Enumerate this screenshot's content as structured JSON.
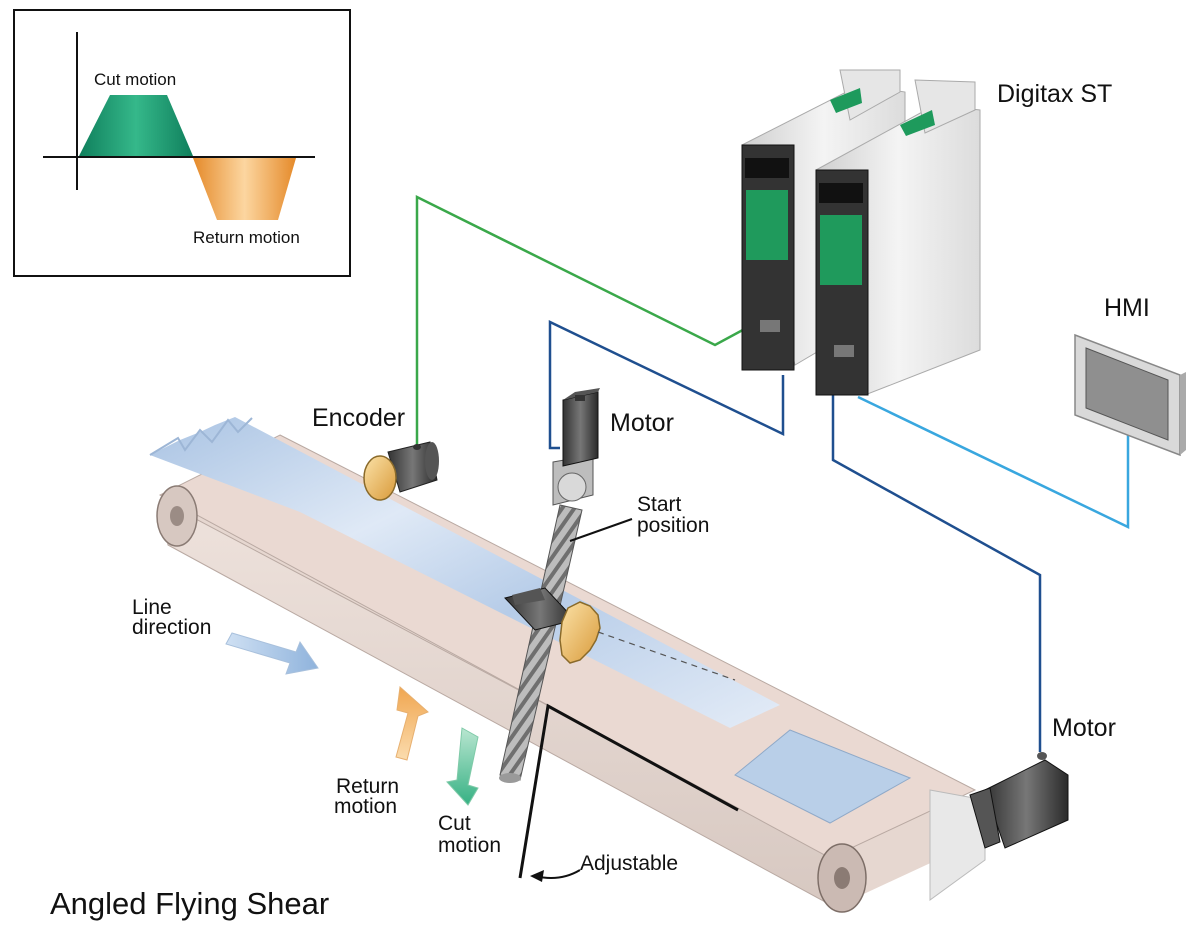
{
  "title": "Angled Flying Shear",
  "motion_profile": {
    "cut_label": "Cut motion",
    "return_label": "Return motion",
    "cut_color": "#1f9a72",
    "return_color": "#f2a94e"
  },
  "components": {
    "drive_label": "Digitax ST",
    "hmi_label": "HMI",
    "encoder_label": "Encoder",
    "motor_top_label": "Motor",
    "motor_bottom_label": "Motor"
  },
  "annotations": {
    "start_position_line1": "Start",
    "start_position_line2": "position",
    "line_direction_line1": "Line",
    "line_direction_line2": "direction",
    "return_motion_line1": "Return",
    "return_motion_line2": "motion",
    "cut_motion_line1": "Cut",
    "cut_motion_line2": "motion",
    "adjustable": "Adjustable"
  },
  "cable_colors": {
    "encoder": "#3aa84a",
    "drive": "#1f4f8f",
    "hmi": "#39a7df"
  }
}
